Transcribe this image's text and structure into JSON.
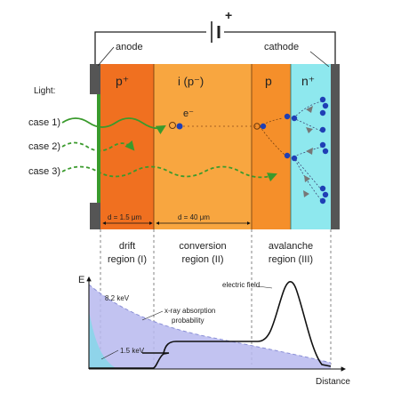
{
  "circuit": {
    "battery_polarity": "+",
    "anode_label": "anode",
    "cathode_label": "cathode"
  },
  "regions": {
    "p_plus": "p⁺",
    "intrinsic": "i (p⁻)",
    "p": "p",
    "n_plus": "n⁺"
  },
  "light": {
    "title": "Light:",
    "cases": [
      "case 1)",
      "case 2)",
      "case 3)"
    ]
  },
  "carrier": {
    "electron_label": "e⁻"
  },
  "dimensions": {
    "drift_width": "d = 1.5 μm",
    "conversion_width": "d = 40 μm"
  },
  "region_names": {
    "drift_line1": "drift",
    "drift_line2": "region (I)",
    "conversion_line1": "conversion",
    "conversion_line2": "region (II)",
    "avalanche_line1": "avalanche",
    "avalanche_line2": "region (III)"
  },
  "plot": {
    "y_axis_label": "E",
    "x_axis_label": "Distance",
    "annotation_8keV": "8.2 keV",
    "annotation_1_5keV": "1.5 keV",
    "absorption_line1": "x-ray absorption",
    "absorption_line2": "probability",
    "field_label": "electric field"
  },
  "colors": {
    "p_plus_region": "#f07020",
    "intrinsic_region": "#f8a640",
    "p_region": "#f58f2a",
    "n_plus_region": "#8ee8ee",
    "contact": "#555555",
    "wave": "#3a9a2c",
    "electron": "#1f3fb5",
    "absorption_8keV_fill": "#b7b9ee",
    "absorption_1_5keV_fill": "#8fd4ea"
  }
}
